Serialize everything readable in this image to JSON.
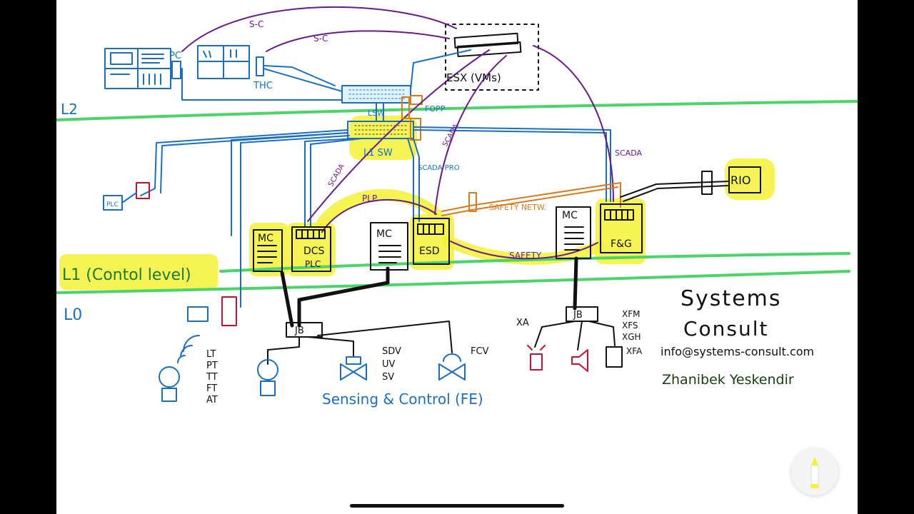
{
  "levels": {
    "l2": "L2",
    "l1": "L1 (Contol level)",
    "l0": "L0"
  },
  "top": {
    "pc": "PC",
    "thc": "THC",
    "esx": "ESX (VMs)",
    "sc1": "S-C",
    "sc2": "S-C",
    "lsw": "LSW",
    "fo_pp": "FOPP"
  },
  "mid": {
    "l1sw": "L1 SW",
    "scada1": "SCADA",
    "scada2": "SCADA",
    "scada3": "SCADA",
    "scada_pro": "SCADA PRO",
    "plc_small": "PLC",
    "plp": "PLP",
    "safety_netw": "SAFETY NETW.",
    "safety": "SAFETY",
    "rio": "RIO"
  },
  "cabinets": {
    "mc": "MC",
    "dcs": "DCS",
    "dcs_plc": "PLC",
    "esd": "ESD",
    "fg": "F&G"
  },
  "field": {
    "jb": "JB",
    "transmitters": [
      "LT",
      "PT",
      "TT",
      "FT",
      "AT"
    ],
    "valves": [
      "SDV",
      "UV",
      "SV"
    ],
    "fcv": "FCV",
    "xa": "XA",
    "fg_devices": [
      "XFM",
      "XFS",
      "XGH",
      "XFA"
    ],
    "sensing": "Sensing & Control (FE)"
  },
  "brand": {
    "line1": "Systems",
    "line2": "Consult",
    "email": "info@systems-consult.com",
    "author": "Zhanibek Yeskendir"
  },
  "colors": {
    "blue": "#1a6fc2",
    "green": "#4cd36a",
    "purple": "#6a1b8a",
    "orange": "#d97a1c",
    "yellow": "#f3f236",
    "black": "#111111",
    "red": "#c8102e"
  }
}
